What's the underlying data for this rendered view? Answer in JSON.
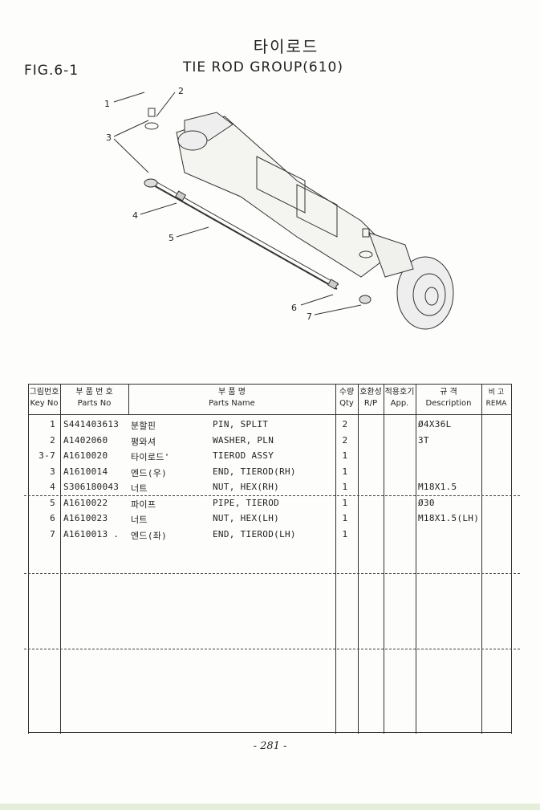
{
  "header": {
    "title_ko": "타이로드",
    "fig": "FIG.6-1",
    "title_en": "TIE ROD GROUP(610)"
  },
  "diagram": {
    "callouts": [
      "1",
      "2",
      "3",
      "4",
      "5",
      "6",
      "7"
    ]
  },
  "table": {
    "headers": [
      {
        "ko": "그림번호",
        "en": "Key No"
      },
      {
        "ko": "부 품 번 호",
        "en": "Parts No"
      },
      {
        "ko": "부 품 명",
        "en": "Parts Name"
      },
      {
        "ko": "수량",
        "en": "Qty"
      },
      {
        "ko": "호환성",
        "en": "R/P"
      },
      {
        "ko": "적용호기",
        "en": "App."
      },
      {
        "ko": "규 격",
        "en": "Description"
      },
      {
        "ko": "비 고",
        "en": "REMA"
      }
    ],
    "rows": [
      {
        "key": "1",
        "part_no": "S441403613",
        "name_ko": "분할핀",
        "name_en": "PIN, SPLIT",
        "qty": "2",
        "desc": "Ø4X36L"
      },
      {
        "key": "2",
        "part_no": "A1402060",
        "name_ko": "평와셔",
        "name_en": "WASHER, PLN",
        "qty": "2",
        "desc": "3T"
      },
      {
        "key": "3-7",
        "part_no": "A1610020",
        "name_ko": "타이로드'",
        "name_en": "TIEROD ASSY",
        "qty": "1",
        "desc": ""
      },
      {
        "key": "3",
        "part_no": "A1610014",
        "name_ko": "엔드(우)",
        "name_en": "END, TIEROD(RH)",
        "qty": "1",
        "desc": ""
      },
      {
        "key": "4",
        "part_no": "S306180043",
        "name_ko": "너트",
        "name_en": "NUT, HEX(RH)",
        "qty": "1",
        "desc": "M18X1.5"
      },
      {
        "key": "5",
        "part_no": "A1610022",
        "name_ko": "파이프",
        "name_en": "PIPE, TIEROD",
        "qty": "1",
        "desc": "Ø30"
      },
      {
        "key": "6",
        "part_no": "A1610023",
        "name_ko": "너트",
        "name_en": "NUT, HEX(LH)",
        "qty": "1",
        "desc": "M18X1.5(LH)"
      },
      {
        "key": "7",
        "part_no": "A1610013 .",
        "name_ko": "엔드(좌)",
        "name_en": "END, TIEROD(LH)",
        "qty": "1",
        "desc": ""
      }
    ]
  },
  "page_number": "- 281 -"
}
